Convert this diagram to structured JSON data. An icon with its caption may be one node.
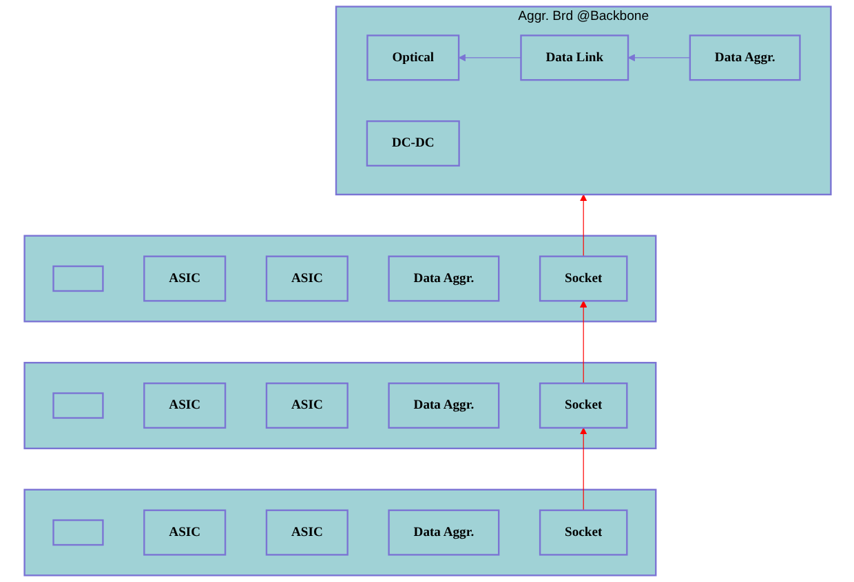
{
  "diagram": {
    "nodes": [
      {
        "text": [
          "Aggr. Brd @Backbone"
        ]
      },
      {
        "text": [
          "Optical"
        ],
        "in": 0
      },
      {
        "text": [
          "Data Link"
        ],
        "in": 0
      },
      {
        "text": [
          "Data Aggr."
        ],
        "in": 0
      },
      {
        "text": [
          "DC-DC"
        ],
        "in": 0
      },
      {
        "text": [],
        "shape": "box"
      },
      {
        "text": [],
        "shape": "box",
        "in": 5
      },
      {
        "text": [
          "ASIC"
        ],
        "in": 5
      },
      {
        "text": [
          "ASIC"
        ],
        "in": 5
      },
      {
        "text": [
          "Data Aggr."
        ],
        "in": 5
      },
      {
        "text": [
          "Socket"
        ],
        "in": 5
      },
      {
        "text": [],
        "shape": "box"
      },
      {
        "text": [],
        "shape": "box",
        "in": 11
      },
      {
        "text": [
          "ASIC"
        ],
        "in": 11
      },
      {
        "text": [
          "ASIC"
        ],
        "in": 11
      },
      {
        "text": [
          "Data Aggr."
        ],
        "in": 11
      },
      {
        "text": [
          "Socket"
        ],
        "in": 11
      },
      {
        "text": [],
        "shape": "box"
      },
      {
        "text": [],
        "shape": "box",
        "in": 17
      },
      {
        "text": [
          "ASIC"
        ],
        "in": 17
      },
      {
        "text": [
          "ASIC"
        ],
        "in": 17
      },
      {
        "text": [
          "Data Aggr."
        ],
        "in": 17
      },
      {
        "text": [
          "Socket"
        ],
        "in": 17
      }
    ],
    "edges": [
      {
        "from": 3,
        "to": 2,
        "arrow": "to",
        "color": "#7b74d4"
      },
      {
        "from": 2,
        "to": 1,
        "arrow": "to",
        "color": "#7b74d4"
      },
      {
        "from": 10,
        "to": 0,
        "arrow": "to",
        "color": "#ff0000"
      },
      {
        "from": 16,
        "to": 10,
        "arrow": "to",
        "color": "#ff0000"
      },
      {
        "from": 22,
        "to": 16,
        "arrow": "to",
        "color": "#ff0000"
      }
    ]
  }
}
